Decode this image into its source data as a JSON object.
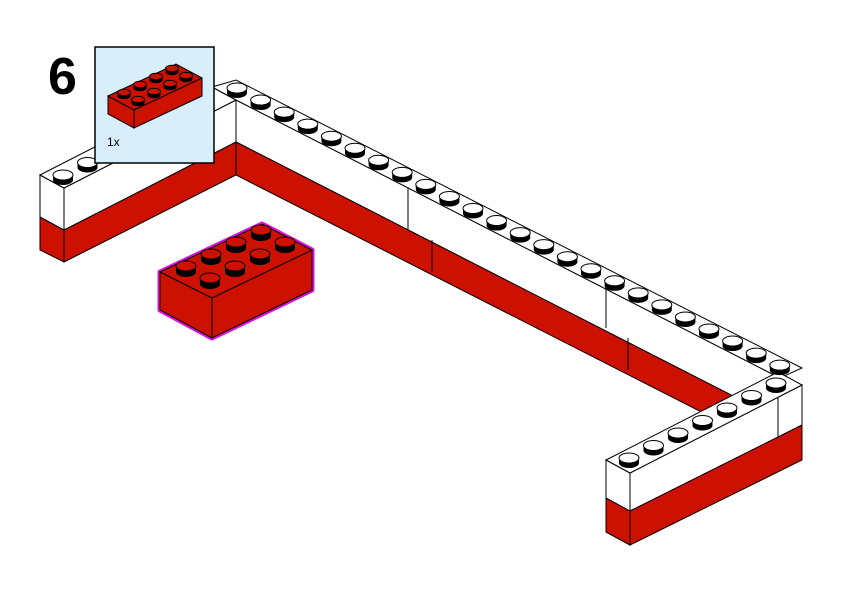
{
  "step": {
    "number": "6"
  },
  "parts_callout": {
    "quantity_label": "1x",
    "part": "brick-2x4",
    "part_color": "#cc1100"
  },
  "model": {
    "existing_layers": [
      "white",
      "red"
    ],
    "new_part_highlight": "#dd11dd"
  },
  "colors": {
    "brick_red": "#cc1100",
    "brick_white": "#ffffff",
    "callout_bg": "#d9eefb",
    "outline": "#000000"
  }
}
